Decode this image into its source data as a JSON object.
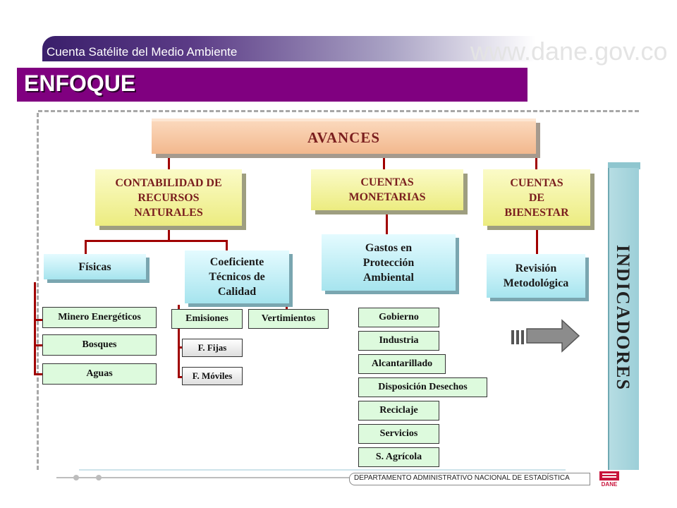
{
  "header": {
    "subtitle": "Cuenta Satélite del Medio Ambiente",
    "website": "www.dane.gov.co",
    "title": "ENFOQUE"
  },
  "diagram": {
    "root": "AVANCES",
    "branches": {
      "recursos": "CONTABILIDAD DE\nRECURSOS\nNATURALES",
      "monetarias": "CUENTAS\nMONETARIAS",
      "bienestar": "CUENTAS\nDE\nBIENESTAR"
    },
    "fisicas": "Físicas",
    "coeficiente": "Coeficiente\nTécnicos de\nCalidad",
    "gastos": "Gastos en\nProtección\nAmbiental",
    "revision": "Revisión\nMetodológica",
    "fisicas_items": [
      "Minero Energéticos",
      "Bosques",
      "Aguas"
    ],
    "emisiones": "Emisiones",
    "vertimientos": "Vertimientos",
    "emisiones_items": [
      "F. Fijas",
      "F. Móviles"
    ],
    "gastos_items": [
      "Gobierno",
      "Industria",
      "Alcantarillado",
      "Disposición Desechos",
      "Reciclaje",
      "Servicios",
      "S. Agrícola"
    ],
    "indicadores": "INDICADORES"
  },
  "footer": {
    "department": "DEPARTAMENTO ADMINISTRATIVO NACIONAL DE ESTADÍSTICA",
    "logo_text": "DANE"
  },
  "colors": {
    "title_bg": "#800080",
    "connector": "#a00000"
  }
}
